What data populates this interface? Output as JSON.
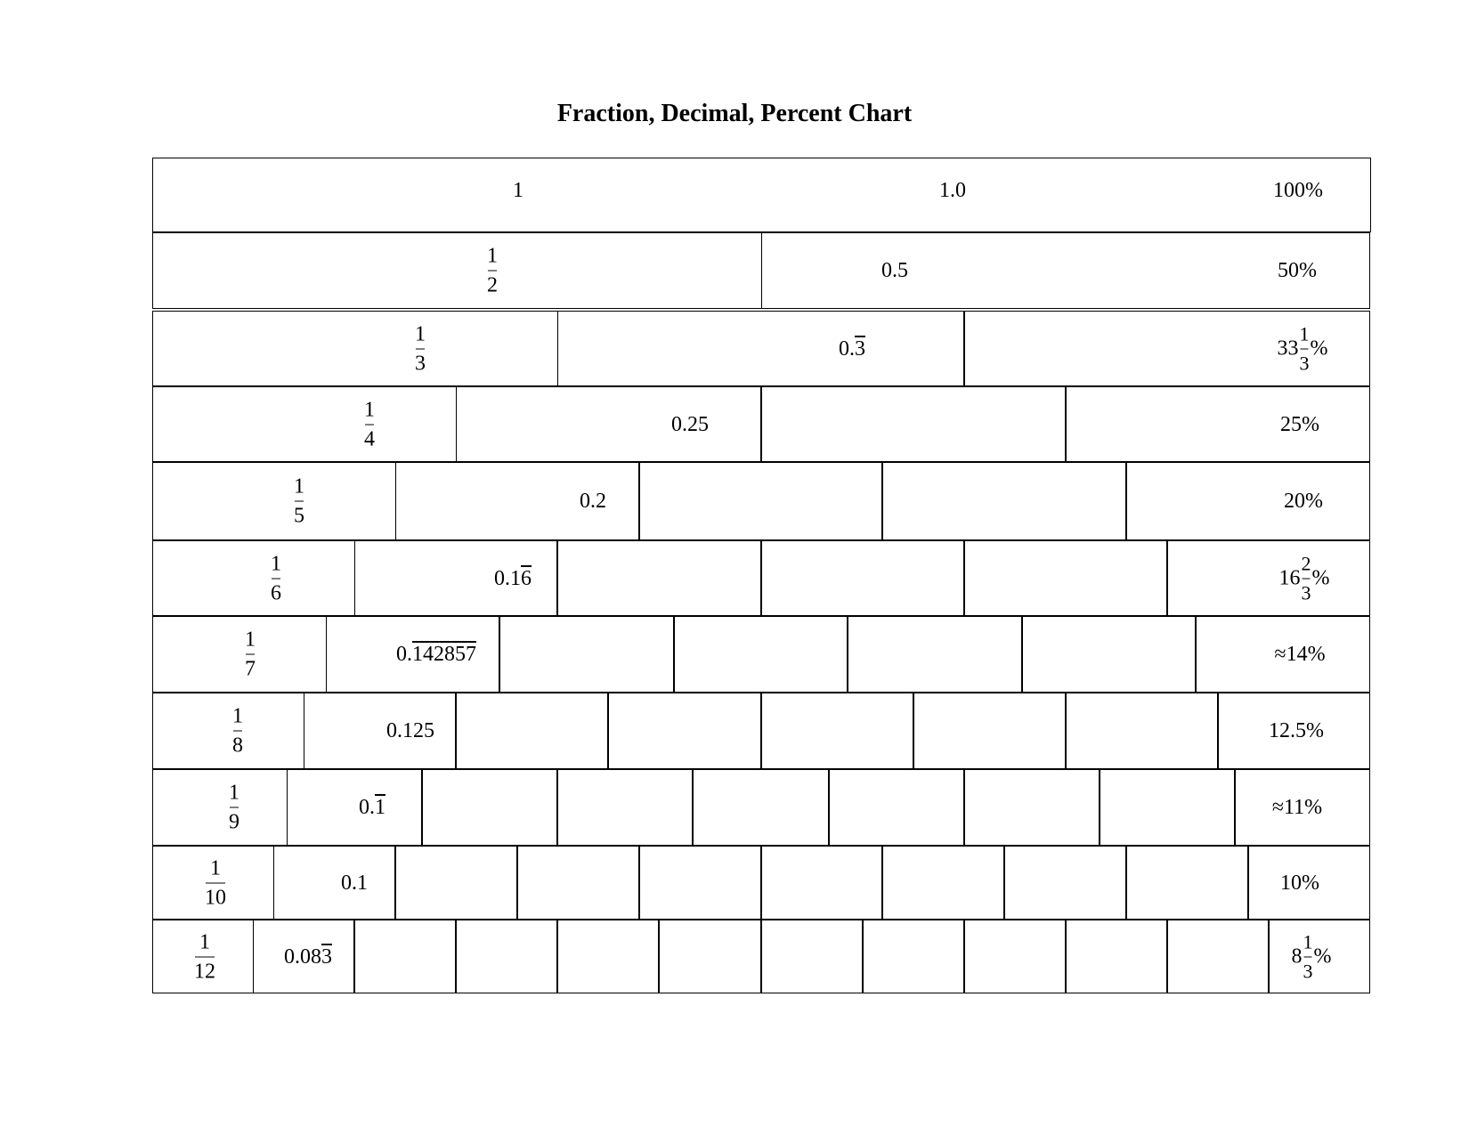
{
  "title": "Fraction, Decimal, Percent Chart",
  "rows": [
    {
      "parts": 1,
      "fraction": {
        "whole": "1"
      },
      "decimal": {
        "main": "1.0",
        "repeat": ""
      },
      "percent": {
        "text": "100%"
      }
    },
    {
      "parts": 2,
      "fraction": {
        "num": "1",
        "den": "2"
      },
      "decimal": {
        "main": "0.5",
        "repeat": ""
      },
      "percent": {
        "text": "50%"
      }
    },
    {
      "parts": 3,
      "fraction": {
        "num": "1",
        "den": "3"
      },
      "decimal": {
        "main": "0.",
        "repeat": "3"
      },
      "percent": {
        "whole": "33",
        "num": "1",
        "den": "3",
        "suffix": "%"
      }
    },
    {
      "parts": 4,
      "fraction": {
        "num": "1",
        "den": "4"
      },
      "decimal": {
        "main": "0.25",
        "repeat": ""
      },
      "percent": {
        "text": "25%"
      }
    },
    {
      "parts": 5,
      "fraction": {
        "num": "1",
        "den": "5"
      },
      "decimal": {
        "main": "0.2",
        "repeat": ""
      },
      "percent": {
        "text": "20%"
      }
    },
    {
      "parts": 6,
      "fraction": {
        "num": "1",
        "den": "6"
      },
      "decimal": {
        "main": "0.1",
        "repeat": "6"
      },
      "percent": {
        "whole": "16",
        "num": "2",
        "den": "3",
        "suffix": "%"
      }
    },
    {
      "parts": 7,
      "fraction": {
        "num": "1",
        "den": "7"
      },
      "decimal": {
        "main": "0.",
        "repeat": "142857"
      },
      "percent": {
        "text": "≈14%"
      }
    },
    {
      "parts": 8,
      "fraction": {
        "num": "1",
        "den": "8"
      },
      "decimal": {
        "main": "0.125",
        "repeat": ""
      },
      "percent": {
        "text": "12.5%"
      }
    },
    {
      "parts": 9,
      "fraction": {
        "num": "1",
        "den": "9"
      },
      "decimal": {
        "main": "0.",
        "repeat": "1"
      },
      "percent": {
        "text": "≈11%"
      }
    },
    {
      "parts": 10,
      "fraction": {
        "num": "1",
        "den": "10"
      },
      "decimal": {
        "main": "0.1",
        "repeat": ""
      },
      "percent": {
        "text": "10%"
      }
    },
    {
      "parts": 12,
      "fraction": {
        "num": "1",
        "den": "12"
      },
      "decimal": {
        "main": "0.08",
        "repeat": "3"
      },
      "percent": {
        "whole": "8",
        "num": "1",
        "den": "3",
        "suffix": "%"
      }
    }
  ]
}
